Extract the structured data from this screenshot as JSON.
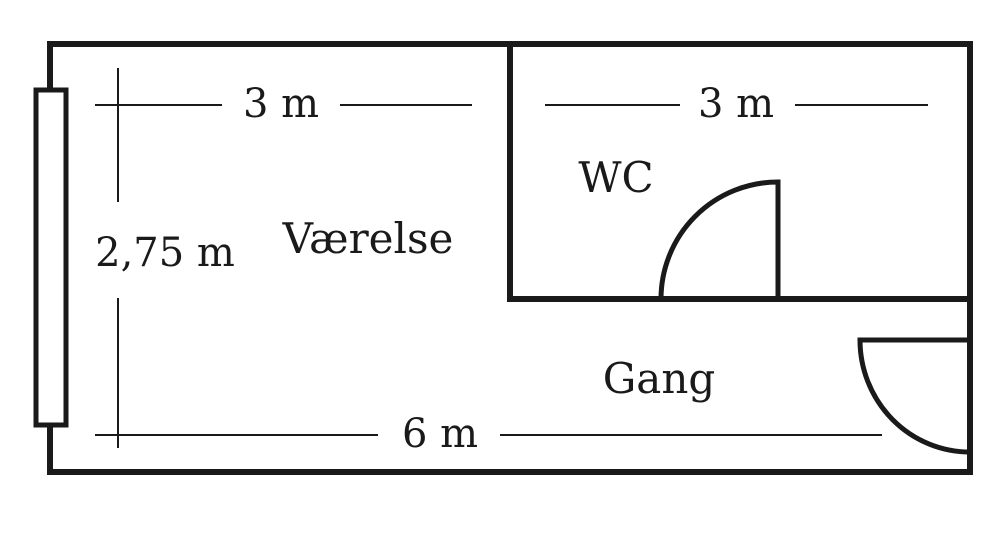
{
  "labels": {
    "dimension_left_top": "3 m",
    "dimension_right_top": "3 m",
    "dimension_height": "2,75 m",
    "dimension_bottom": "6 m",
    "room_vaerelse": "Værelse",
    "room_wc": "WC",
    "room_gang": "Gang"
  }
}
